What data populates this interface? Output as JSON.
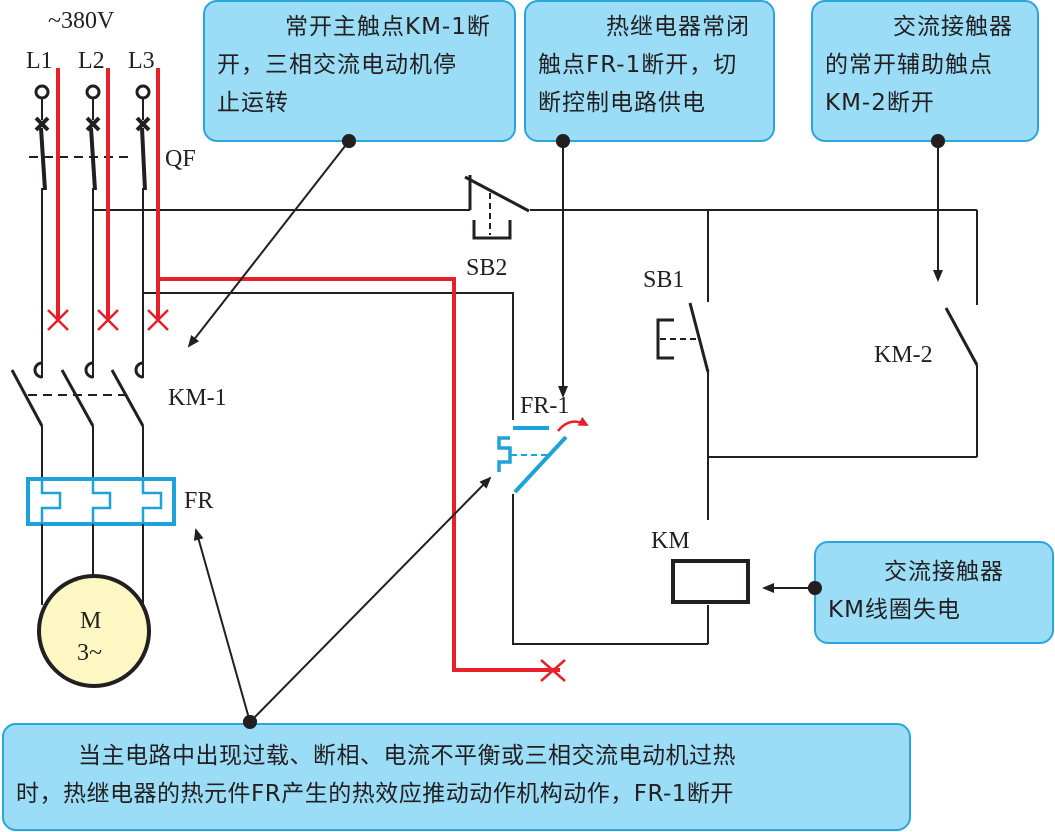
{
  "title": "热继电器过载保护控制电路断电示意图",
  "supply_label": "~380V",
  "phase_labels": [
    "L1",
    "L2",
    "L3"
  ],
  "components": {
    "breaker": "QF",
    "main_contact": "KM-1",
    "thermal_relay": "FR",
    "motor_line1": "M",
    "motor_line2": "3~",
    "stop_button": "SB2",
    "start_button": "SB1",
    "thermal_contact": "FR-1",
    "aux_contact": "KM-2",
    "coil": "KM"
  },
  "callouts": {
    "km1": {
      "lines": [
        "常开主触点KM-1断",
        "开，三相交流电动机停",
        "止运转"
      ]
    },
    "fr1": {
      "lines": [
        "热继电器常闭",
        "触点FR-1断开，切",
        "断控制电路供电"
      ]
    },
    "km2": {
      "lines": [
        "交流接触器",
        "的常开辅助触点",
        "KM-2断开"
      ]
    },
    "coil": {
      "lines": [
        "交流接触器",
        "KM线圈失电"
      ]
    },
    "overload": {
      "lines": [
        "当主电路中出现过载、断相、电流不平衡或三相交流电动机过热",
        "时，热继电器的热元件FR产生的热效应推动动作机构动作，FR-1断开"
      ]
    }
  },
  "colors": {
    "wire": "#231f20",
    "current_path": "#e8202a",
    "thermal_element": "#1ea2dc",
    "callout_fill": "#9bdcf6",
    "callout_border": "#2aa6dc",
    "motor_fill": "#fdf7c4"
  }
}
